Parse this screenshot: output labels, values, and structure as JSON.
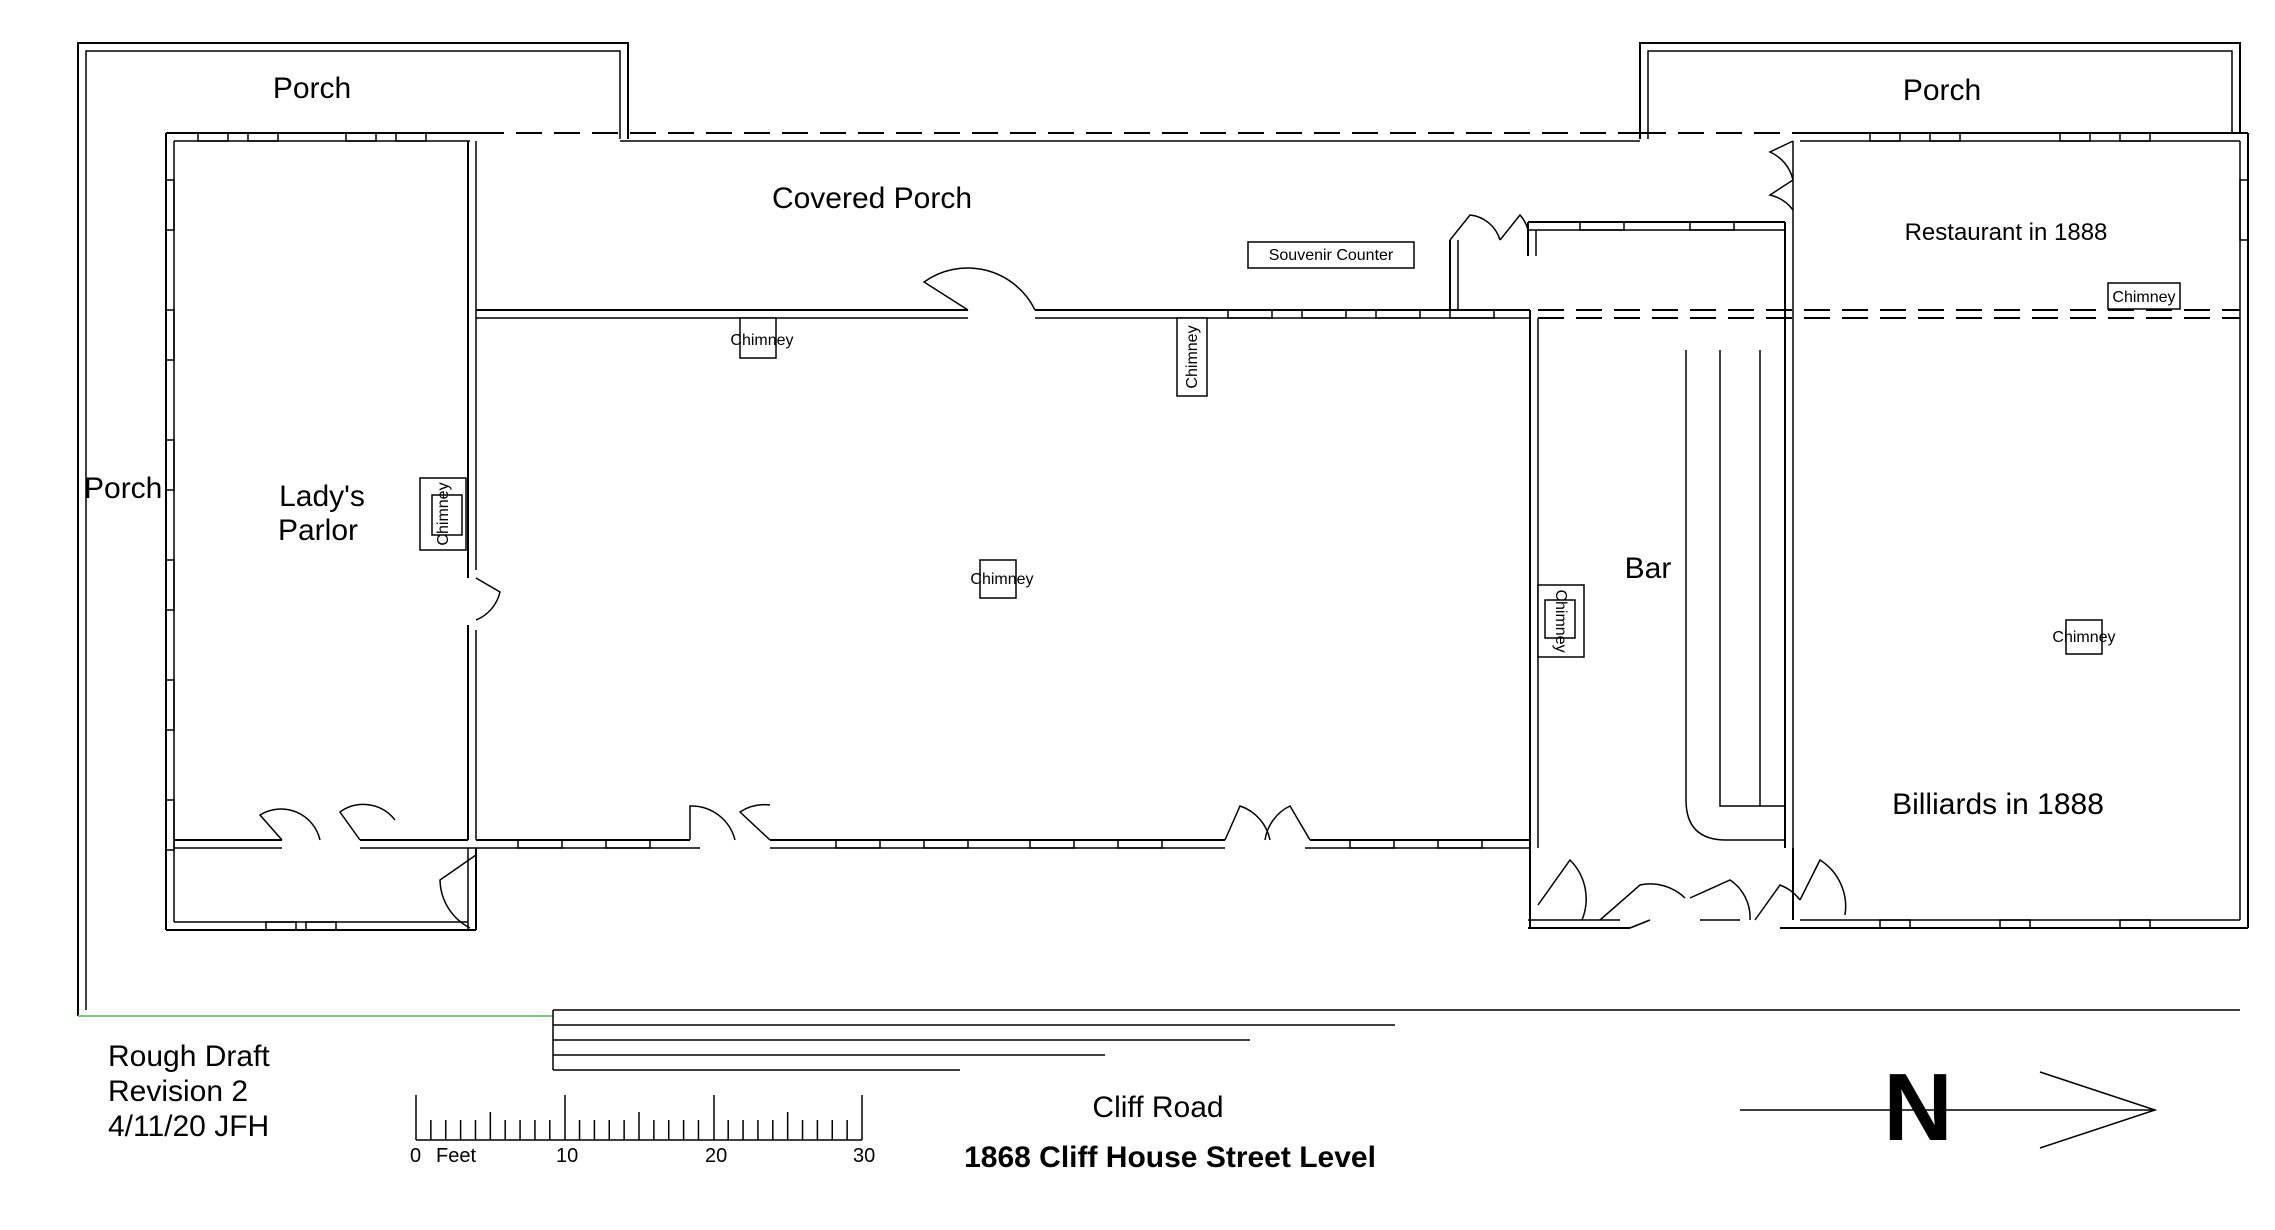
{
  "rooms": {
    "porch_top_left": "Porch",
    "porch_top_right": "Porch",
    "porch_left": "Porch",
    "covered_porch": "Covered Porch",
    "ladys_parlor_1": "Lady's",
    "ladys_parlor_2": "Parlor",
    "restaurant": "Restaurant in 1888",
    "bar": "Bar",
    "billiards": "Billiards in 1888"
  },
  "fixtures": {
    "souvenir_counter": "Souvenir Counter",
    "chimney": "Chimney"
  },
  "notes": {
    "line1": "Rough Draft",
    "line2": "Revision 2",
    "line3": "4/11/20   JFH"
  },
  "scale": {
    "label0": "0",
    "unit": "Feet",
    "label10": "10",
    "label20": "20",
    "label30": "30"
  },
  "street": "Cliff Road",
  "title": "1868 Cliff House Street Level",
  "north_letter": "N"
}
